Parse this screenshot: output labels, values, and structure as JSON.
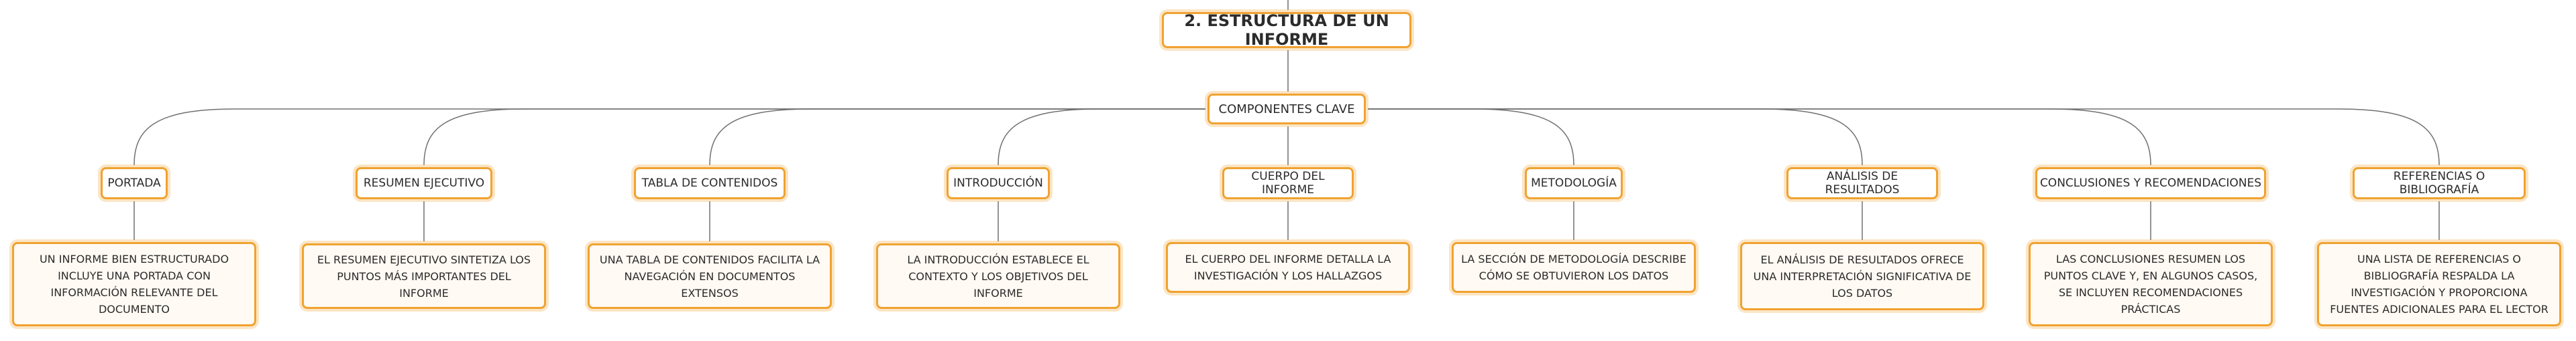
{
  "root": {
    "label": "2. ESTRUCTURA DE UN INFORME"
  },
  "hub": {
    "label": "COMPONENTES CLAVE"
  },
  "components": [
    {
      "label": "PORTADA",
      "description": "UN INFORME BIEN ESTRUCTURADO INCLUYE UNA PORTADA CON INFORMACIÓN RELEVANTE DEL DOCUMENTO"
    },
    {
      "label": "RESUMEN EJECUTIVO",
      "description": "EL RESUMEN EJECUTIVO SINTETIZA LOS PUNTOS MÁS IMPORTANTES DEL INFORME"
    },
    {
      "label": "TABLA DE CONTENIDOS",
      "description": "UNA TABLA DE CONTENIDOS FACILITA LA NAVEGACIÓN EN DOCUMENTOS EXTENSOS"
    },
    {
      "label": "INTRODUCCIÓN",
      "description": "LA INTRODUCCIÓN ESTABLECE EL CONTEXTO Y LOS OBJETIVOS DEL INFORME"
    },
    {
      "label": "CUERPO DEL INFORME",
      "description": "EL CUERPO DEL INFORME DETALLA LA INVESTIGACIÓN Y LOS HALLAZGOS"
    },
    {
      "label": "METODOLOGÍA",
      "description": "LA SECCIÓN DE METODOLOGÍA DESCRIBE CÓMO SE OBTUVIERON LOS DATOS"
    },
    {
      "label": "ANÁLISIS DE RESULTADOS",
      "description": "EL ANÁLISIS DE RESULTADOS OFRECE UNA INTERPRETACIÓN SIGNIFICATIVA DE LOS DATOS"
    },
    {
      "label": "CONCLUSIONES Y RECOMENDACIONES",
      "description": "LAS CONCLUSIONES RESUMEN LOS PUNTOS CLAVE Y, EN ALGUNOS CASOS, SE INCLUYEN RECOMENDACIONES PRÁCTICAS"
    },
    {
      "label": "REFERENCIAS O BIBLIOGRAFÍA",
      "description": "UNA LISTA DE REFERENCIAS O BIBLIOGRAFÍA RESPALDA LA INVESTIGACIÓN Y PROPORCIONA FUENTES ADICIONALES PARA EL LECTOR"
    }
  ],
  "colors": {
    "border": "#f0a230",
    "connector": "#707070"
  }
}
